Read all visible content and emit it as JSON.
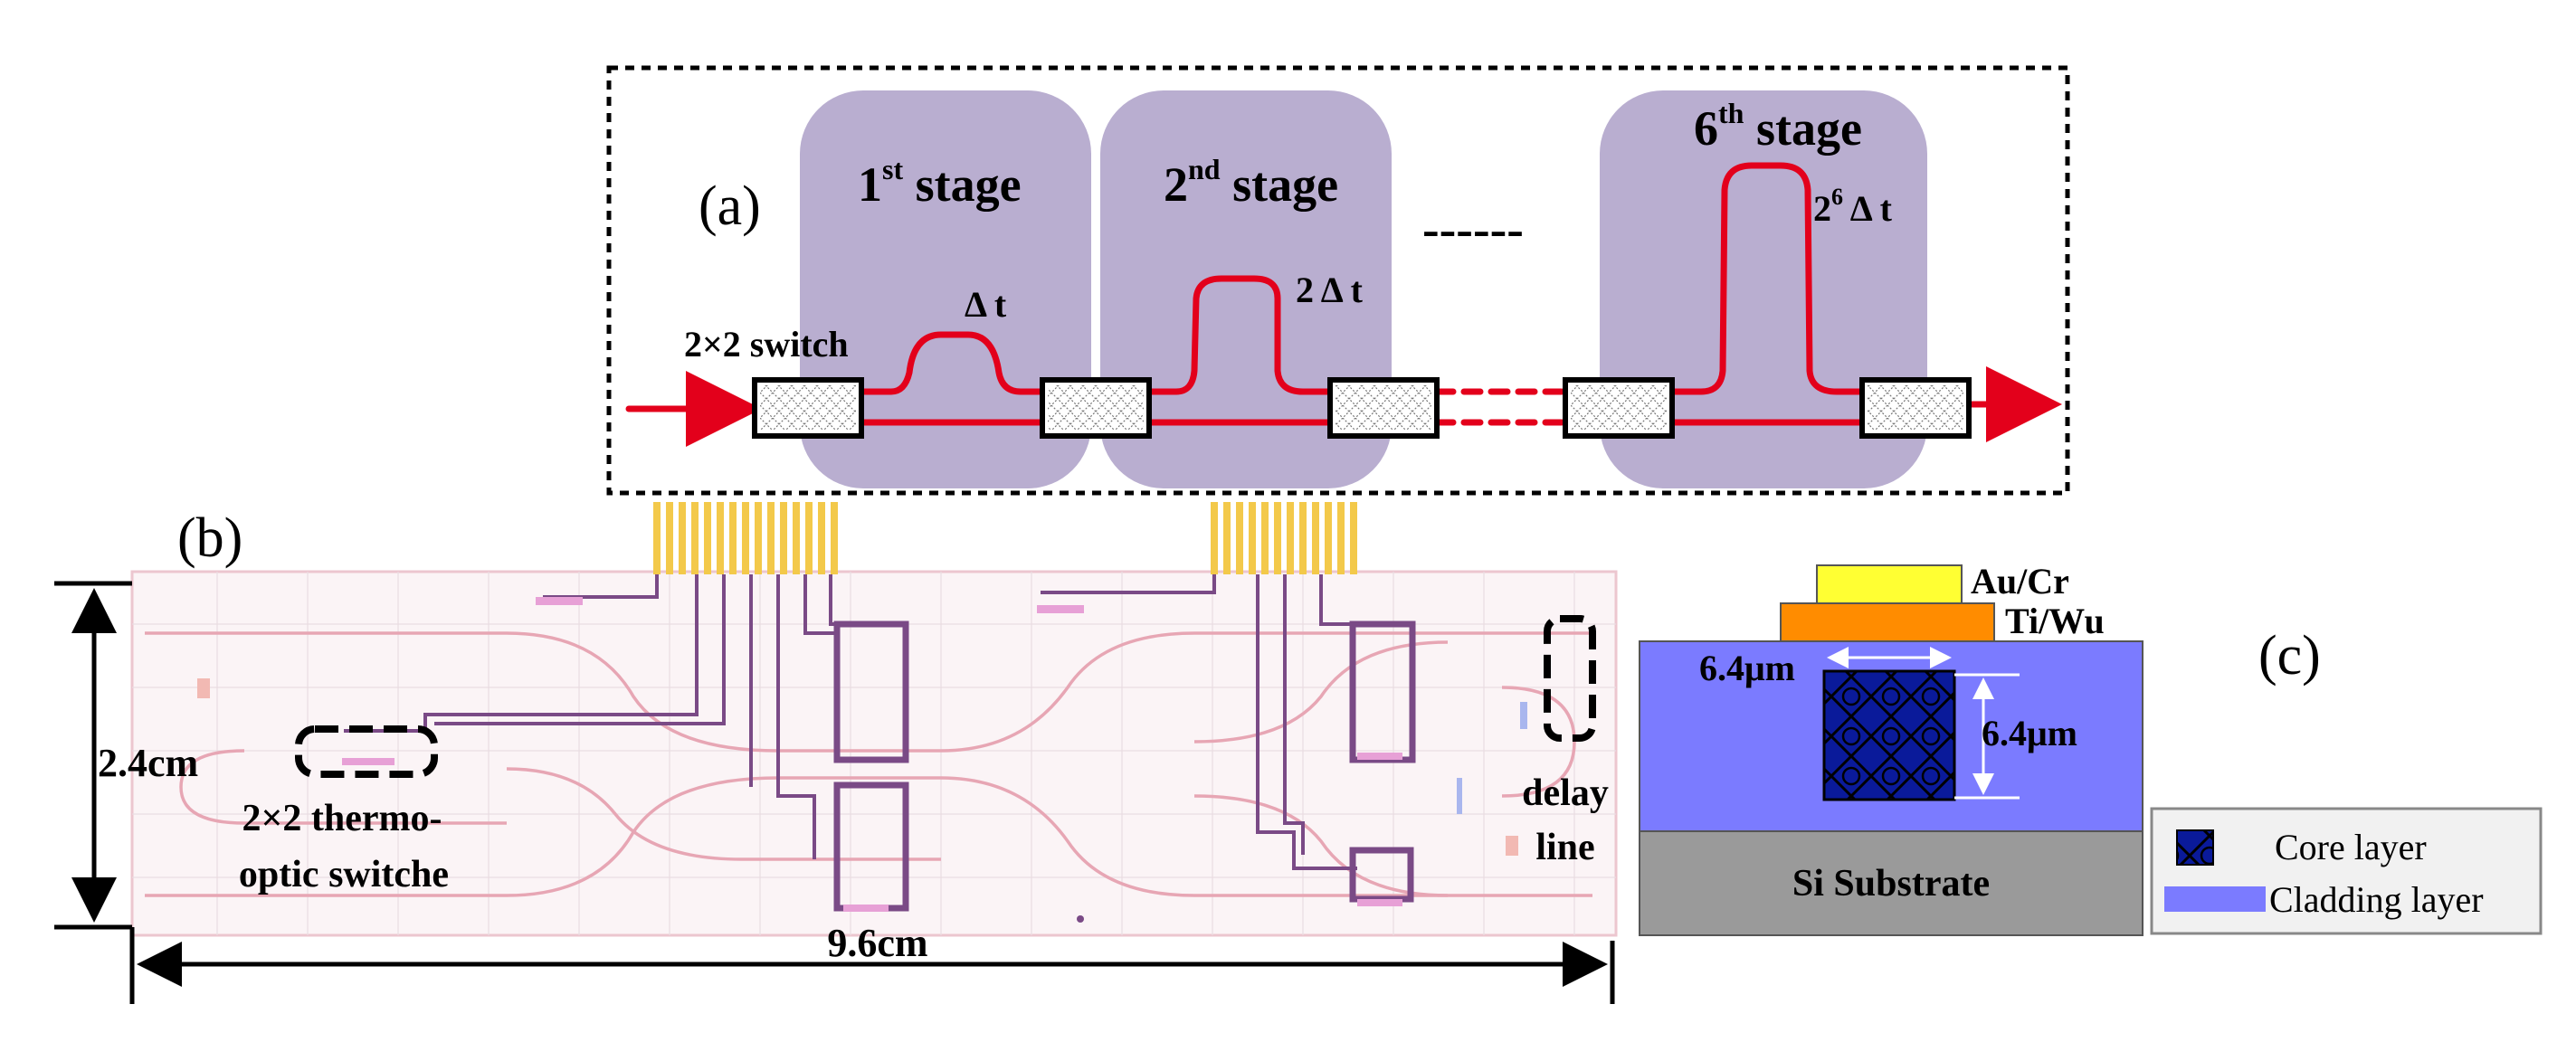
{
  "panel_a": {
    "label": "(a)",
    "switch_label": "2×2 switch",
    "stages": [
      {
        "num": "1",
        "sup": "st",
        "word": " stage",
        "delay": "Δ t"
      },
      {
        "num": "2",
        "sup": "nd",
        "word": " stage",
        "delay": "2 Δ t"
      },
      {
        "num": "6",
        "sup": "th",
        "word": " stage",
        "delay_base": "2",
        "delay_exp": "6",
        "delay_rest": " Δ t"
      }
    ],
    "ellipsis": "------"
  },
  "panel_b": {
    "label": "(b)",
    "height_dim": "2.4cm",
    "width_dim": "9.6cm",
    "switch_label_line1": "2×2 thermo-",
    "switch_label_line2": "optic switche",
    "delay_label_line1": "delay",
    "delay_label_line2": "line"
  },
  "panel_c": {
    "label": "(c)",
    "metal_top": "Au/Cr",
    "metal_mid": "Ti/Wu",
    "core_width": "6.4μm",
    "core_height": "6.4μm",
    "substrate": "Si Substrate",
    "legend": {
      "core": "Core layer",
      "cladding": "Cladding layer"
    }
  },
  "colors": {
    "stage_fill": "#b9aed0",
    "waveguide": "#e3001b",
    "cladding": "#7b7bff",
    "core": "#0a1a9a",
    "substrate": "#9a9a9a",
    "gold": "#ffff33",
    "tiwu": "#ff8c00"
  }
}
